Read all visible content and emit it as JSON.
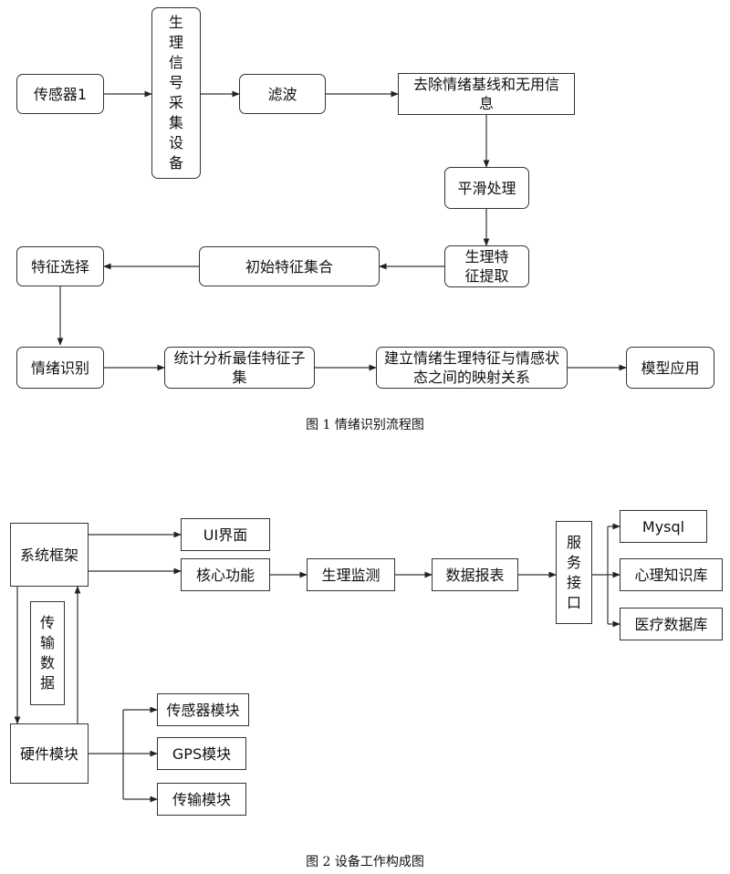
{
  "figure1": {
    "caption": "图 1  情绪识别流程图",
    "nodes": {
      "sensor1": "传感器1",
      "signal_device": "生理信号采集设备",
      "filter": "滤波",
      "remove_baseline": "去除情绪基线和无用信息",
      "smoothing": "平滑处理",
      "feature_extract": "生理特征提取",
      "initial_features": "初始特征集合",
      "feature_select": "特征选择",
      "emotion_recog": "情绪识别",
      "stat_analysis": "统计分析最佳特征子集",
      "mapping": "建立情绪生理特征与情感状态之间的映射关系",
      "model_app": "模型应用"
    }
  },
  "figure2": {
    "caption": "图 2  设备工作构成图",
    "nodes": {
      "system_framework": "系统框架",
      "ui": "UI界面",
      "core_function": "核心功能",
      "physio_monitor": "生理监测",
      "data_report": "数据报表",
      "service_interface": "服务接口",
      "mysql": "Mysql",
      "psych_kb": "心理知识库",
      "medical_db": "医疗数据库",
      "transmit_data": "传输数据",
      "hardware_module": "硬件模块",
      "sensor_module": "传感器模块",
      "gps_module": "GPS模块",
      "transmit_module": "传输模块"
    }
  }
}
